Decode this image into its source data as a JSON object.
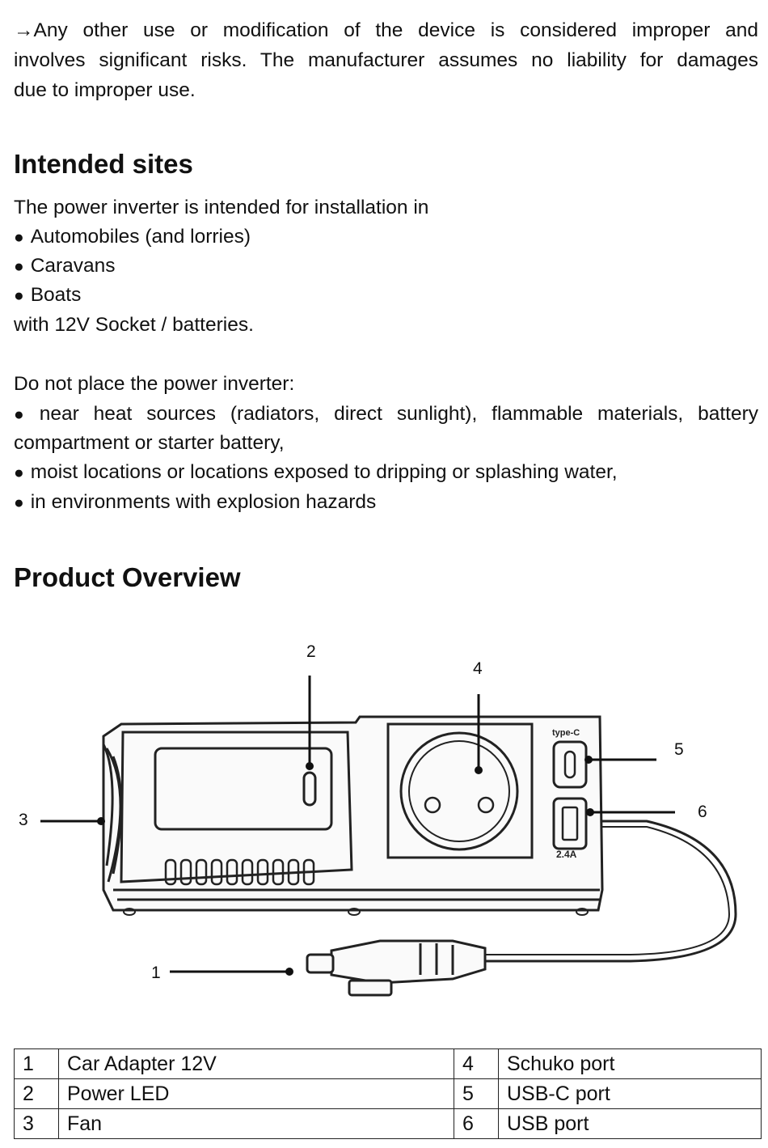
{
  "intro": {
    "line1": "→Any other use or modification of the device is considered improper and",
    "line2": "involves significant risks. The manufacturer assumes no liability for damages",
    "line3": "due to improper use."
  },
  "intended_sites": {
    "heading": "Intended sites",
    "lead": "The power inverter is intended for installation in",
    "items": [
      "Automobiles (and lorries)",
      "Caravans",
      "Boats"
    ],
    "tail": "with 12V Socket / batteries.",
    "do_not_lead": "Do not place the power inverter:",
    "do_not_items": [
      "near heat sources (radiators, direct sunlight), flammable materials, battery",
      "compartment or starter battery,",
      "moist locations or locations exposed to dripping or splashing water,",
      "in environments with explosion hazards"
    ]
  },
  "overview": {
    "heading": "Product Overview",
    "callouts": [
      "1",
      "2",
      "3",
      "4",
      "5",
      "6"
    ],
    "port_labels": {
      "usb_c": "type-C",
      "usb_a": "2.4A"
    },
    "table": [
      {
        "left_num": "1",
        "left_name": "Car Adapter 12V",
        "right_num": "4",
        "right_name": "Schuko port"
      },
      {
        "left_num": "2",
        "left_name": "Power LED",
        "right_num": "5",
        "right_name": "USB-C port"
      },
      {
        "left_num": "3",
        "left_name": "Fan",
        "right_num": "6",
        "right_name": "USB port"
      }
    ]
  }
}
